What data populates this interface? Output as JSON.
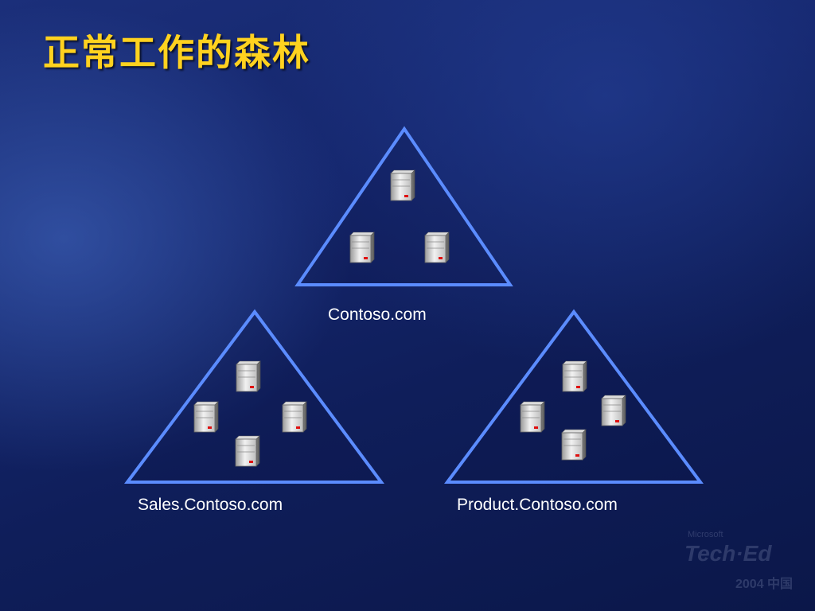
{
  "slide": {
    "title": "正常工作的森林"
  },
  "domains": [
    {
      "name": "Contoso.com",
      "server_count": 3
    },
    {
      "name": "Sales.Contoso.com",
      "server_count": 4
    },
    {
      "name": "Product.Contoso.com",
      "server_count": 4
    }
  ],
  "colors": {
    "title": "#ffd21f",
    "triangle_stroke": "#5b8cff",
    "label": "#ffffff",
    "server_led": "#e01010"
  },
  "watermark": {
    "brand": "Microsoft",
    "event": "Tech·Ed",
    "year": "2004 中国"
  }
}
